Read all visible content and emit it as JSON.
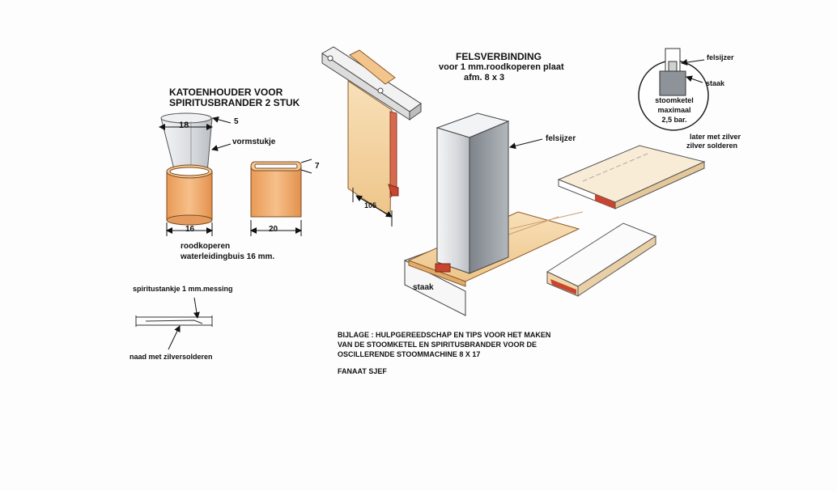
{
  "katoen": {
    "title_line1": "KATOENHOUDER VOOR",
    "title_line2": "SPIRITUSBRANDER  2 STUK",
    "dim_18": "18",
    "dim_5": "5",
    "vormstukje": "vormstukje",
    "dim_7": "7",
    "dim_16": "16",
    "dim_20": "20",
    "pipe_line1": "roodkoperen",
    "pipe_line2": "waterleidingbuis 16 mm."
  },
  "tank": {
    "top_label": "spiritustankje 1 mm.messing",
    "bottom_label": "naad met zilversolderen"
  },
  "felsverbinding": {
    "title_line1": "FELSVERBINDING",
    "title_line2": "voor 1 mm.roodkoperen plaat",
    "title_line3": "afm. 8 x 3",
    "dim_105": "105",
    "felsijzer": "felsijzer",
    "staak": "staak"
  },
  "detail": {
    "felsijzer": "felsijzer",
    "staak": "staak",
    "circle_line1": "stoomketel",
    "circle_line2": "maximaal",
    "circle_line3": "2,5 bar.",
    "note_line1": "later met zilver",
    "note_line2": "zilver solderen"
  },
  "bijlage": {
    "line1": "BIJLAGE :  HULPGEREEDSCHAP EN TIPS VOOR HET MAKEN",
    "line2": "VAN DE STOOMKETEL EN SPIRITUSBRANDER VOOR DE",
    "line3": "OSCILLERENDE STOOMMACHINE  8 X  17",
    "author": "FANAAT SJEF"
  },
  "colors": {
    "copper": "#f0b070",
    "copper_dark": "#d08a4a",
    "wood": "#f6dcae",
    "steel": "#cfd3d6",
    "steel_dark": "#8b9197",
    "red_edge": "#c8452f"
  }
}
